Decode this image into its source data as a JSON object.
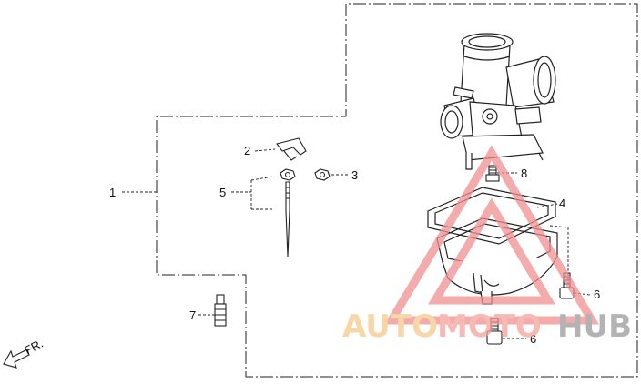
{
  "diagram": {
    "callouts": [
      {
        "id": "1",
        "label": "1"
      },
      {
        "id": "2",
        "label": "2"
      },
      {
        "id": "3",
        "label": "3"
      },
      {
        "id": "4",
        "label": "4"
      },
      {
        "id": "5",
        "label": "5"
      },
      {
        "id": "6a",
        "label": "6"
      },
      {
        "id": "6b",
        "label": "6"
      },
      {
        "id": "7",
        "label": "7"
      },
      {
        "id": "8",
        "label": "8"
      }
    ],
    "direction_label": "FR.",
    "watermark": {
      "part1": "AUTO",
      "part2": "MOTO",
      "part3": "HUB",
      "colors": {
        "auto": "#f5c98c",
        "moto": "#f3a29a",
        "hub": "#9a9a9a",
        "triangle": "#f08f8f"
      }
    }
  }
}
